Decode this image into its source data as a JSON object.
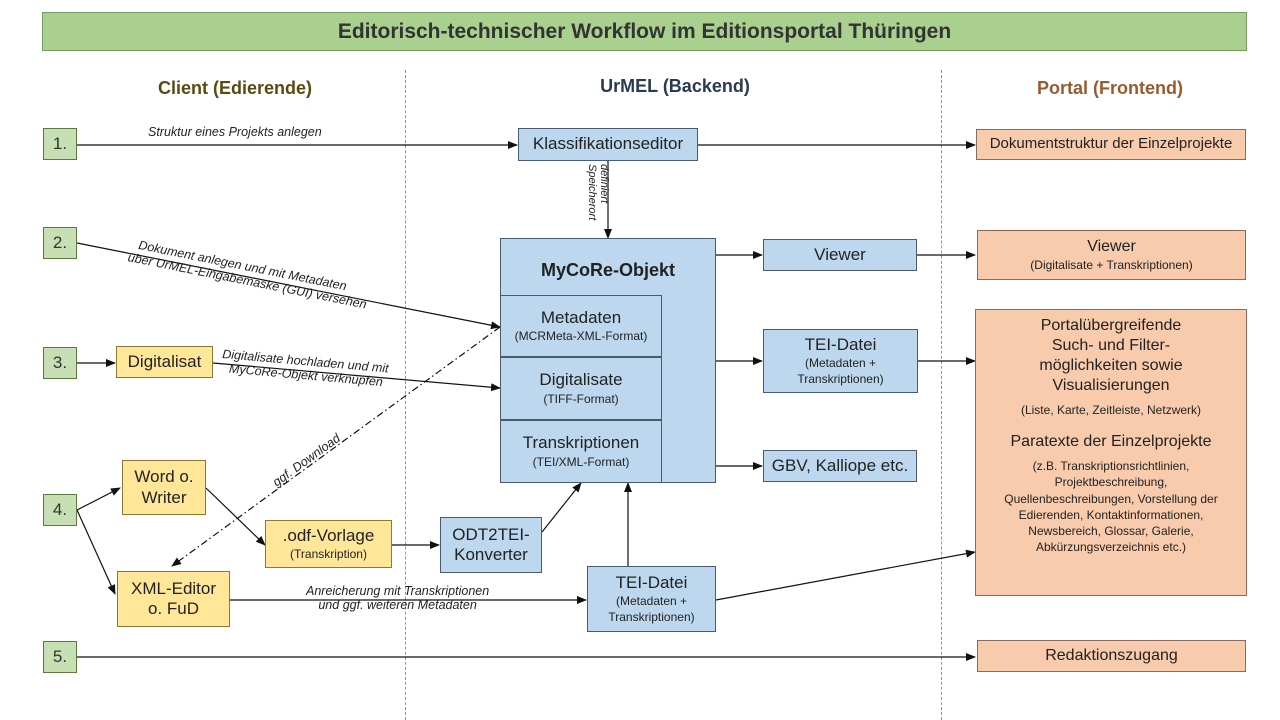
{
  "title": "Editorisch-technischer Workflow im Editionsportal Thüringen",
  "columns": {
    "client": "Client (Edierende)",
    "urmel": "UrMEL (Backend)",
    "portal": "Portal (Frontend)"
  },
  "steps": [
    "1.",
    "2.",
    "3.",
    "4.",
    "5."
  ],
  "client_boxes": {
    "digitalisat": "Digitalisat",
    "word_line1": "Word o.",
    "word_line2": "Writer",
    "odf_title": ".odf-Vorlage",
    "odf_sub": "(Transkription)",
    "xml_line1": "XML-Editor",
    "xml_line2": "o. FuD"
  },
  "backend_boxes": {
    "klassifikation": "Klassifikationseditor",
    "mycore_title": "MyCoRe-Objekt",
    "metadaten_title": "Metadaten",
    "metadaten_sub": "(MCRMeta-XML-Format)",
    "digitalisate_title": "Digitalisate",
    "digitalisate_sub": "(TIFF-Format)",
    "transkriptionen_title": "Transkriptionen",
    "transkriptionen_sub": "(TEI/XML-Format)",
    "viewer": "Viewer",
    "tei1_title": "TEI-Datei",
    "tei1_sub1": "(Metadaten +",
    "tei1_sub2": "Transkriptionen)",
    "gbv": "GBV, Kalliope etc.",
    "odt_line1": "ODT2TEI-",
    "odt_line2": "Konverter",
    "tei2_title": "TEI-Datei",
    "tei2_sub1": "(Metadaten +",
    "tei2_sub2": "Transkriptionen)"
  },
  "portal_boxes": {
    "dokumentstruktur": "Dokumentstruktur der Einzelprojekte",
    "viewer_title": "Viewer",
    "viewer_sub": "(Digitalisate + Transkriptionen)",
    "portal_l1": "Portalübergreifende",
    "portal_l2": "Such- und Filter-",
    "portal_l3": "möglichkeiten sowie",
    "portal_l4": "Visualisierungen",
    "portal_sub": "(Liste, Karte, Zeitleiste, Netzwerk)",
    "paratexte_title": "Paratexte der Einzelprojekte",
    "paratexte_l1": "(z.B. Transkriptionsrichtlinien,",
    "paratexte_l2": "Projektbeschreibung,",
    "paratexte_l3": "Quellenbeschreibungen, Vorstellung der",
    "paratexte_l4": "Edierenden, Kontaktinformationen,",
    "paratexte_l5": "Newsbereich, Glossar, Galerie,",
    "paratexte_l6": "Abkürzungsverzeichnis etc.)",
    "redaktion": "Redaktionszugang"
  },
  "labels": {
    "struktur": "Struktur eines Projekts anlegen",
    "definiert": "definiert",
    "speicherort": "Speicherort",
    "dok_l1": "Dokument anlegen und mit Metadaten",
    "dok_l2": "über UrMEL-Eingabemaske (GUI) versehen",
    "dig_l1": "Digitalisate hochladen und mit",
    "dig_l2": "MyCoRe-Objekt verknüpfen",
    "download": "ggf. Download",
    "anr_l1": "Anreicherung mit Transkriptionen",
    "anr_l2": "und ggf. weiteren Metadaten"
  },
  "colors": {
    "title_bg": "#a9d08e",
    "step_bg": "#c6e0b4",
    "client_bg": "#ffe699",
    "backend_bg": "#bdd7ee",
    "portal_bg": "#f8cbad"
  }
}
